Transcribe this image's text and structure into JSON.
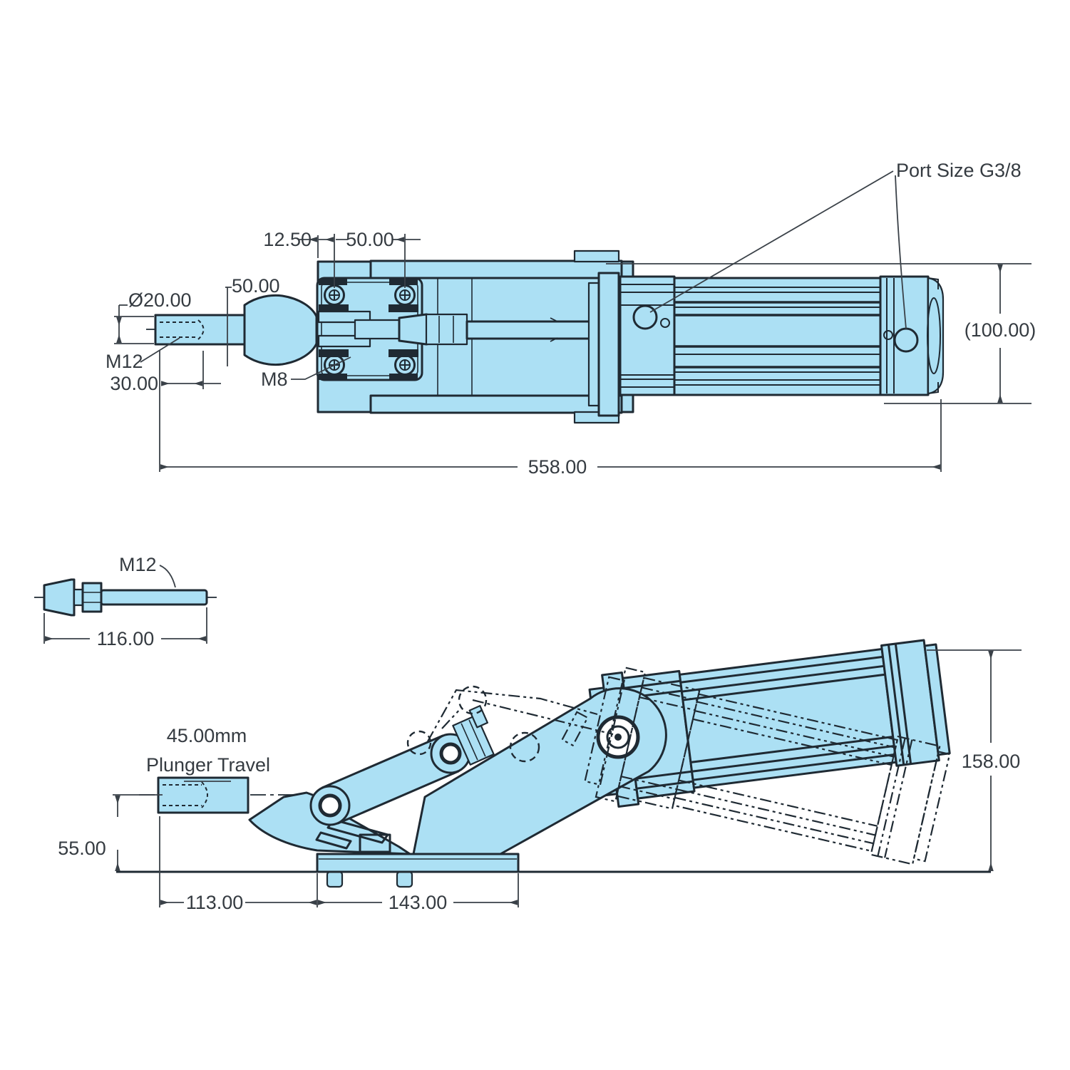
{
  "drawing": {
    "background": "#ffffff",
    "fill_color": "#ACE0F4",
    "line_color": "#1F2A33",
    "dim_color": "#3A4148"
  },
  "top_view": {
    "port_label": "Port Size G3/8",
    "dim_bolt_offset": "12.50",
    "dim_bolt_spacing": "50.00",
    "dim_plate_offset": "50.00",
    "dim_plunger_diameter": "Ø20.00",
    "thread_label": "M12",
    "dim_thread_depth": "30.00",
    "screw_label": "M8",
    "dim_overall_length": "558.00",
    "dim_body_height": "(100.00)"
  },
  "spindle_detail": {
    "thread_label": "M12",
    "dim_length": "116.00"
  },
  "side_view": {
    "travel_label_line1": "45.00mm",
    "travel_label_line2": "Plunger Travel",
    "dim_axis_height": "55.00",
    "dim_front_length": "113.00",
    "dim_base_length": "143.00",
    "dim_overall_height": "158.00"
  }
}
